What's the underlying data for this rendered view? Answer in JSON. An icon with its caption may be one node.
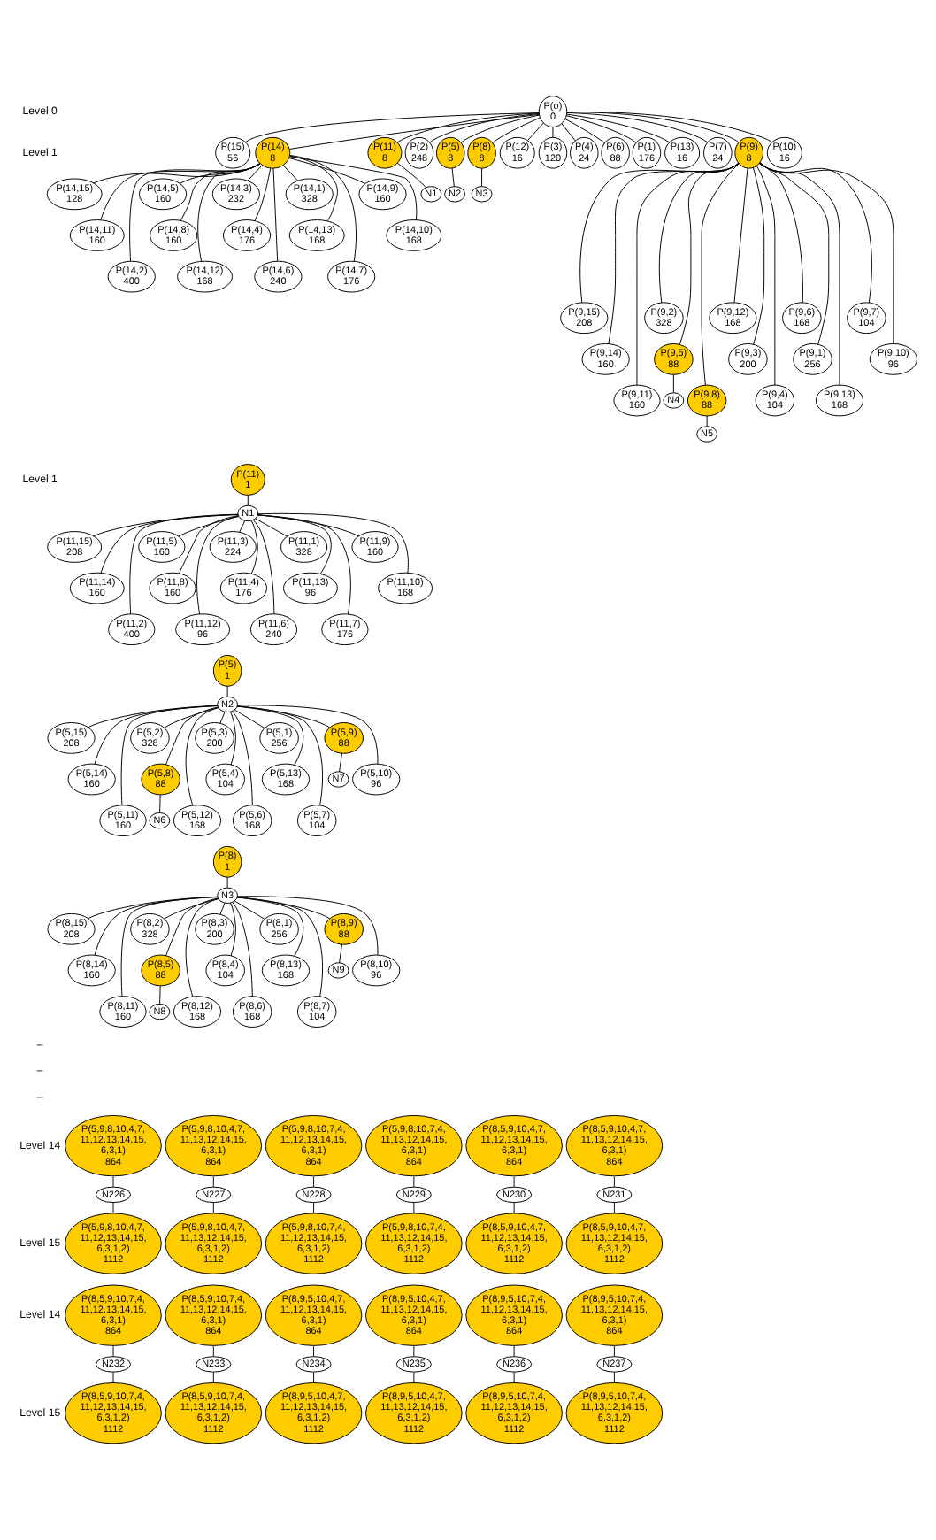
{
  "diagram": {
    "nodes": [
      {
        "text": [
          "P(ϕ)",
          "0"
        ]
      },
      {
        "text": [
          "P(15)",
          "56"
        ]
      },
      {
        "text": [
          "P(14)",
          "8"
        ]
      },
      {
        "text": [
          "P(11)",
          "8"
        ]
      },
      {
        "text": [
          "P(2)",
          "248"
        ]
      },
      {
        "text": [
          "P(5)",
          "8"
        ]
      },
      {
        "text": [
          "P(8)",
          "8"
        ]
      },
      {
        "text": [
          "P(12)",
          "16"
        ]
      },
      {
        "text": [
          "P(3)",
          "120"
        ]
      },
      {
        "text": [
          "P(4)",
          "24"
        ]
      },
      {
        "text": [
          "P(6)",
          "88"
        ]
      },
      {
        "text": [
          "P(1)",
          "176"
        ]
      },
      {
        "text": [
          "P(13)",
          "16"
        ]
      },
      {
        "text": [
          "P(7)",
          "24"
        ]
      },
      {
        "text": [
          "P(9)",
          "8"
        ]
      },
      {
        "text": [
          "P(10)",
          "16"
        ]
      },
      {
        "text": [
          "P(14,15)",
          "128"
        ]
      },
      {
        "text": [
          "P(14,11)",
          "160"
        ]
      },
      {
        "text": [
          "P(14,2)",
          "400"
        ]
      },
      {
        "text": [
          "P(14,5)",
          "160"
        ]
      },
      {
        "text": [
          "P(14,8)",
          "160"
        ]
      },
      {
        "text": [
          "P(14,12)",
          "168"
        ]
      },
      {
        "text": [
          "P(14,3)",
          "232"
        ]
      },
      {
        "text": [
          "P(14,4)",
          "176"
        ]
      },
      {
        "text": [
          "P(14,6)",
          "240"
        ]
      },
      {
        "text": [
          "P(14,1)",
          "328"
        ]
      },
      {
        "text": [
          "P(14,13)",
          "168"
        ]
      },
      {
        "text": [
          "P(14,7)",
          "176"
        ]
      },
      {
        "text": [
          "P(14,9)",
          "160"
        ]
      },
      {
        "text": [
          "P(14,10)",
          "168"
        ]
      },
      {
        "text": [
          "N1"
        ]
      },
      {
        "text": [
          "N2"
        ]
      },
      {
        "text": [
          "N3"
        ]
      },
      {
        "text": [
          "P(9,15)",
          "208"
        ]
      },
      {
        "text": [
          "P(9,14)",
          "160"
        ]
      },
      {
        "text": [
          "P(9,11)",
          "160"
        ]
      },
      {
        "text": [
          "P(9,2)",
          "328"
        ]
      },
      {
        "text": [
          "P(9,5)",
          "88"
        ]
      },
      {
        "text": [
          "P(9,8)",
          "88"
        ]
      },
      {
        "text": [
          "P(9,12)",
          "168"
        ]
      },
      {
        "text": [
          "P(9,3)",
          "200"
        ]
      },
      {
        "text": [
          "P(9,4)",
          "104"
        ]
      },
      {
        "text": [
          "P(9,6)",
          "168"
        ]
      },
      {
        "text": [
          "P(9,1)",
          "256"
        ]
      },
      {
        "text": [
          "P(9,13)",
          "168"
        ]
      },
      {
        "text": [
          "P(9,7)",
          "104"
        ]
      },
      {
        "text": [
          "P(9,10)",
          "96"
        ]
      },
      {
        "text": [
          "N4"
        ]
      },
      {
        "text": [
          "N5"
        ]
      },
      {
        "text": [
          "P(11)",
          "1"
        ]
      },
      {
        "text": [
          "N1"
        ]
      },
      {
        "text": [
          "P(11,15)",
          "208"
        ]
      },
      {
        "text": [
          "P(11,14)",
          "160"
        ]
      },
      {
        "text": [
          "P(11,2)",
          "400"
        ]
      },
      {
        "text": [
          "P(11,5)",
          "160"
        ]
      },
      {
        "text": [
          "P(11,8)",
          "160"
        ]
      },
      {
        "text": [
          "P(11,12)",
          "96"
        ]
      },
      {
        "text": [
          "P(11,3)",
          "224"
        ]
      },
      {
        "text": [
          "P(11,4)",
          "176"
        ]
      },
      {
        "text": [
          "P(11,6)",
          "240"
        ]
      },
      {
        "text": [
          "P(11,1)",
          "328"
        ]
      },
      {
        "text": [
          "P(11,13)",
          "96"
        ]
      },
      {
        "text": [
          "P(11,7)",
          "176"
        ]
      },
      {
        "text": [
          "P(11,9)",
          "160"
        ]
      },
      {
        "text": [
          "P(11,10)",
          "168"
        ]
      },
      {
        "text": [
          "P(5)",
          "1"
        ]
      },
      {
        "text": [
          "N2"
        ]
      },
      {
        "text": [
          "P(5,15)",
          "208"
        ]
      },
      {
        "text": [
          "P(5,14)",
          "160"
        ]
      },
      {
        "text": [
          "P(5,11)",
          "160"
        ]
      },
      {
        "text": [
          "P(5,2)",
          "328"
        ]
      },
      {
        "text": [
          "P(5,8)",
          "88"
        ]
      },
      {
        "text": [
          "P(5,12)",
          "168"
        ]
      },
      {
        "text": [
          "P(5,3)",
          "200"
        ]
      },
      {
        "text": [
          "P(5,4)",
          "104"
        ]
      },
      {
        "text": [
          "P(5,6)",
          "168"
        ]
      },
      {
        "text": [
          "P(5,1)",
          "256"
        ]
      },
      {
        "text": [
          "P(5,13)",
          "168"
        ]
      },
      {
        "text": [
          "P(5,7)",
          "104"
        ]
      },
      {
        "text": [
          "P(5,9)",
          "88"
        ]
      },
      {
        "text": [
          "P(5,10)",
          "96"
        ]
      },
      {
        "text": [
          "N6"
        ]
      },
      {
        "text": [
          "N7"
        ]
      },
      {
        "text": [
          "P(8)",
          "1"
        ]
      },
      {
        "text": [
          "N3"
        ]
      },
      {
        "text": [
          "P(8,15)",
          "208"
        ]
      },
      {
        "text": [
          "P(8,14)",
          "160"
        ]
      },
      {
        "text": [
          "P(8,11)",
          "160"
        ]
      },
      {
        "text": [
          "P(8,2)",
          "328"
        ]
      },
      {
        "text": [
          "P(8,5)",
          "88"
        ]
      },
      {
        "text": [
          "P(8,12)",
          "168"
        ]
      },
      {
        "text": [
          "P(8,3)",
          "200"
        ]
      },
      {
        "text": [
          "P(8,4)",
          "104"
        ]
      },
      {
        "text": [
          "P(8,6)",
          "168"
        ]
      },
      {
        "text": [
          "P(8,1)",
          "256"
        ]
      },
      {
        "text": [
          "P(8,13)",
          "168"
        ]
      },
      {
        "text": [
          "P(8,7)",
          "104"
        ]
      },
      {
        "text": [
          "P(8,9)",
          "88"
        ]
      },
      {
        "text": [
          "P(8,10)",
          "96"
        ]
      },
      {
        "text": [
          "N8"
        ]
      },
      {
        "text": [
          "N9"
        ]
      },
      {
        "text": [
          "P(5,9,8,10,4,7,11,12,13,14,15,6,3,1)",
          "864"
        ]
      },
      {
        "text": [
          "N226"
        ]
      },
      {
        "text": [
          "P(5,9,8,10,4,7,11,12,13,14,15,6,3,1,2)",
          "1112"
        ]
      },
      {
        "text": [
          "P(5,9,8,10,4,7,11,13,12,14,15,6,3,1)",
          "864"
        ]
      },
      {
        "text": [
          "N227"
        ]
      },
      {
        "text": [
          "P(5,9,8,10,4,7,11,13,12,14,15,6,3,1,2)",
          "1112"
        ]
      },
      {
        "text": [
          "P(5,9,8,10,7,4,11,12,13,14,15,6,3,1)",
          "864"
        ]
      },
      {
        "text": [
          "N228"
        ]
      },
      {
        "text": [
          "P(5,9,8,10,7,4,11,12,13,14,15,6,3,1,2)",
          "1112"
        ]
      },
      {
        "text": [
          "P(5,9,8,10,7,4,11,13,12,14,15,6,3,1)",
          "864"
        ]
      },
      {
        "text": [
          "N229"
        ]
      },
      {
        "text": [
          "P(5,9,8,10,7,4,11,13,12,14,15,6,3,1,2)",
          "1112"
        ]
      },
      {
        "text": [
          "P(8,5,9,10,4,7,11,12,13,14,15,6,3,1)",
          "864"
        ]
      },
      {
        "text": [
          "N230"
        ]
      },
      {
        "text": [
          "P(8,5,9,10,4,7,11,12,13,14,15,6,3,1,2)",
          "1112"
        ]
      },
      {
        "text": [
          "P(8,5,9,10,4,7,11,13,12,14,15,6,3,1)",
          "864"
        ]
      },
      {
        "text": [
          "N231"
        ]
      },
      {
        "text": [
          "P(8,5,9,10,4,7,11,13,12,14,15,6,3,1,2)",
          "1112"
        ]
      },
      {
        "text": [
          "P(8,5,9,10,7,4,11,12,13,14,15,6,3,1)",
          "864"
        ]
      },
      {
        "text": [
          "N232"
        ]
      },
      {
        "text": [
          "P(8,5,9,10,7,4,11,12,13,14,15,6,3,1,2)",
          "1112"
        ]
      },
      {
        "text": [
          "P(8,5,9,10,7,4,11,13,12,14,15,6,3,1)",
          "864"
        ]
      },
      {
        "text": [
          "N233"
        ]
      },
      {
        "text": [
          "P(8,5,9,10,7,4,11,13,12,14,15,6,3,1,2)",
          "1112"
        ]
      },
      {
        "text": [
          "P(8,9,5,10,4,7,11,12,13,14,15,6,3,1)",
          "864"
        ]
      },
      {
        "text": [
          "N234"
        ]
      },
      {
        "text": [
          "P(8,9,5,10,4,7,11,12,13,14,15,6,3,1,2)",
          "1112"
        ]
      },
      {
        "text": [
          "P(8,9,5,10,4,7,11,13,12,14,15,6,3,1)",
          "864"
        ]
      },
      {
        "text": [
          "N235"
        ]
      },
      {
        "text": [
          "P(8,9,5,10,4,7,11,13,12,14,15,6,3,1,2)",
          "1112"
        ]
      },
      {
        "text": [
          "P(8,9,5,10,7,4,11,12,13,14,15,6,3,1)",
          "864"
        ]
      },
      {
        "text": [
          "N236"
        ]
      },
      {
        "text": [
          "P(8,9,5,10,7,4,11,12,13,14,15,6,3,1,2)",
          "1112"
        ]
      },
      {
        "text": [
          "P(8,9,5,10,7,4,11,13,12,14,15,6,3,1)",
          "864"
        ]
      },
      {
        "text": [
          "N237"
        ]
      },
      {
        "text": [
          "P(8,9,5,10,7,4,11,13,12,14,15,6,3,1,2)",
          "1112"
        ]
      }
    ],
    "edges": [
      {
        "from": 0,
        "to": 1,
        "arrow": "none"
      },
      {
        "from": 0,
        "to": 2,
        "arrow": "none"
      },
      {
        "from": 0,
        "to": 3,
        "arrow": "none"
      },
      {
        "from": 0,
        "to": 4,
        "arrow": "none"
      },
      {
        "from": 0,
        "to": 5,
        "arrow": "none"
      },
      {
        "from": 0,
        "to": 6,
        "arrow": "none"
      },
      {
        "from": 0,
        "to": 7,
        "arrow": "none"
      },
      {
        "from": 0,
        "to": 8,
        "arrow": "none"
      },
      {
        "from": 0,
        "to": 9,
        "arrow": "none"
      },
      {
        "from": 0,
        "to": 10,
        "arrow": "none"
      },
      {
        "from": 0,
        "to": 11,
        "arrow": "none"
      },
      {
        "from": 0,
        "to": 12,
        "arrow": "none"
      },
      {
        "from": 0,
        "to": 13,
        "arrow": "none"
      },
      {
        "from": 0,
        "to": 14,
        "arrow": "none"
      },
      {
        "from": 0,
        "to": 15,
        "arrow": "none"
      },
      {
        "from": 2,
        "to": 16,
        "arrow": "none"
      },
      {
        "from": 2,
        "to": 17,
        "arrow": "none"
      },
      {
        "from": 2,
        "to": 18,
        "arrow": "none"
      },
      {
        "from": 2,
        "to": 19,
        "arrow": "none"
      },
      {
        "from": 2,
        "to": 20,
        "arrow": "none"
      },
      {
        "from": 2,
        "to": 21,
        "arrow": "none"
      },
      {
        "from": 2,
        "to": 22,
        "arrow": "none"
      },
      {
        "from": 2,
        "to": 23,
        "arrow": "none"
      },
      {
        "from": 2,
        "to": 24,
        "arrow": "none"
      },
      {
        "from": 2,
        "to": 25,
        "arrow": "none"
      },
      {
        "from": 2,
        "to": 26,
        "arrow": "none"
      },
      {
        "from": 2,
        "to": 27,
        "arrow": "none"
      },
      {
        "from": 2,
        "to": 28,
        "arrow": "none"
      },
      {
        "from": 2,
        "to": 29,
        "arrow": "none"
      },
      {
        "from": 3,
        "to": 30,
        "arrow": "none"
      },
      {
        "from": 5,
        "to": 31,
        "arrow": "none"
      },
      {
        "from": 6,
        "to": 32,
        "arrow": "none"
      },
      {
        "from": 14,
        "to": 33,
        "arrow": "none"
      },
      {
        "from": 14,
        "to": 34,
        "arrow": "none"
      },
      {
        "from": 14,
        "to": 35,
        "arrow": "none"
      },
      {
        "from": 14,
        "to": 36,
        "arrow": "none"
      },
      {
        "from": 14,
        "to": 37,
        "arrow": "none"
      },
      {
        "from": 14,
        "to": 38,
        "arrow": "none"
      },
      {
        "from": 14,
        "to": 39,
        "arrow": "none"
      },
      {
        "from": 14,
        "to": 40,
        "arrow": "none"
      },
      {
        "from": 14,
        "to": 41,
        "arrow": "none"
      },
      {
        "from": 14,
        "to": 42,
        "arrow": "none"
      },
      {
        "from": 14,
        "to": 43,
        "arrow": "none"
      },
      {
        "from": 14,
        "to": 44,
        "arrow": "none"
      },
      {
        "from": 14,
        "to": 45,
        "arrow": "none"
      },
      {
        "from": 14,
        "to": 46,
        "arrow": "none"
      },
      {
        "from": 37,
        "to": 47,
        "arrow": "none"
      },
      {
        "from": 38,
        "to": 48,
        "arrow": "none"
      },
      {
        "from": 49,
        "to": 50,
        "arrow": "none"
      },
      {
        "from": 50,
        "to": 51,
        "arrow": "none"
      },
      {
        "from": 50,
        "to": 52,
        "arrow": "none"
      },
      {
        "from": 50,
        "to": 53,
        "arrow": "none"
      },
      {
        "from": 50,
        "to": 54,
        "arrow": "none"
      },
      {
        "from": 50,
        "to": 55,
        "arrow": "none"
      },
      {
        "from": 50,
        "to": 56,
        "arrow": "none"
      },
      {
        "from": 50,
        "to": 57,
        "arrow": "none"
      },
      {
        "from": 50,
        "to": 58,
        "arrow": "none"
      },
      {
        "from": 50,
        "to": 59,
        "arrow": "none"
      },
      {
        "from": 50,
        "to": 60,
        "arrow": "none"
      },
      {
        "from": 50,
        "to": 61,
        "arrow": "none"
      },
      {
        "from": 50,
        "to": 62,
        "arrow": "none"
      },
      {
        "from": 50,
        "to": 63,
        "arrow": "none"
      },
      {
        "from": 50,
        "to": 64,
        "arrow": "none"
      },
      {
        "from": 65,
        "to": 66,
        "arrow": "none"
      },
      {
        "from": 66,
        "to": 67,
        "arrow": "none"
      },
      {
        "from": 66,
        "to": 68,
        "arrow": "none"
      },
      {
        "from": 66,
        "to": 69,
        "arrow": "none"
      },
      {
        "from": 66,
        "to": 70,
        "arrow": "none"
      },
      {
        "from": 66,
        "to": 71,
        "arrow": "none"
      },
      {
        "from": 66,
        "to": 72,
        "arrow": "none"
      },
      {
        "from": 66,
        "to": 73,
        "arrow": "none"
      },
      {
        "from": 66,
        "to": 74,
        "arrow": "none"
      },
      {
        "from": 66,
        "to": 75,
        "arrow": "none"
      },
      {
        "from": 66,
        "to": 76,
        "arrow": "none"
      },
      {
        "from": 66,
        "to": 77,
        "arrow": "none"
      },
      {
        "from": 66,
        "to": 78,
        "arrow": "none"
      },
      {
        "from": 66,
        "to": 79,
        "arrow": "none"
      },
      {
        "from": 66,
        "to": 80,
        "arrow": "none"
      },
      {
        "from": 71,
        "to": 81,
        "arrow": "none"
      },
      {
        "from": 79,
        "to": 82,
        "arrow": "none"
      },
      {
        "from": 83,
        "to": 84,
        "arrow": "none"
      },
      {
        "from": 84,
        "to": 85,
        "arrow": "none"
      },
      {
        "from": 84,
        "to": 86,
        "arrow": "none"
      },
      {
        "from": 84,
        "to": 87,
        "arrow": "none"
      },
      {
        "from": 84,
        "to": 88,
        "arrow": "none"
      },
      {
        "from": 84,
        "to": 89,
        "arrow": "none"
      },
      {
        "from": 84,
        "to": 90,
        "arrow": "none"
      },
      {
        "from": 84,
        "to": 91,
        "arrow": "none"
      },
      {
        "from": 84,
        "to": 92,
        "arrow": "none"
      },
      {
        "from": 84,
        "to": 93,
        "arrow": "none"
      },
      {
        "from": 84,
        "to": 94,
        "arrow": "none"
      },
      {
        "from": 84,
        "to": 95,
        "arrow": "none"
      },
      {
        "from": 84,
        "to": 96,
        "arrow": "none"
      },
      {
        "from": 84,
        "to": 97,
        "arrow": "none"
      },
      {
        "from": 84,
        "to": 98,
        "arrow": "none"
      },
      {
        "from": 89,
        "to": 99,
        "arrow": "none"
      },
      {
        "from": 97,
        "to": 100,
        "arrow": "none"
      },
      {
        "from": 101,
        "to": 102,
        "arrow": "none"
      },
      {
        "from": 102,
        "to": 103,
        "arrow": "none"
      },
      {
        "from": 104,
        "to": 105,
        "arrow": "none"
      },
      {
        "from": 105,
        "to": 106,
        "arrow": "none"
      },
      {
        "from": 107,
        "to": 108,
        "arrow": "none"
      },
      {
        "from": 108,
        "to": 109,
        "arrow": "none"
      },
      {
        "from": 110,
        "to": 111,
        "arrow": "none"
      },
      {
        "from": 111,
        "to": 112,
        "arrow": "none"
      },
      {
        "from": 113,
        "to": 114,
        "arrow": "none"
      },
      {
        "from": 114,
        "to": 115,
        "arrow": "none"
      },
      {
        "from": 116,
        "to": 117,
        "arrow": "none"
      },
      {
        "from": 117,
        "to": 118,
        "arrow": "none"
      },
      {
        "from": 119,
        "to": 120,
        "arrow": "none"
      },
      {
        "from": 120,
        "to": 121,
        "arrow": "none"
      },
      {
        "from": 122,
        "to": 123,
        "arrow": "none"
      },
      {
        "from": 123,
        "to": 124,
        "arrow": "none"
      },
      {
        "from": 125,
        "to": 126,
        "arrow": "none"
      },
      {
        "from": 126,
        "to": 127,
        "arrow": "none"
      },
      {
        "from": 128,
        "to": 129,
        "arrow": "none"
      },
      {
        "from": 129,
        "to": 130,
        "arrow": "none"
      },
      {
        "from": 131,
        "to": 132,
        "arrow": "none"
      },
      {
        "from": 132,
        "to": 133,
        "arrow": "none"
      },
      {
        "from": 134,
        "to": 135,
        "arrow": "none"
      },
      {
        "from": 135,
        "to": 136,
        "arrow": "none"
      }
    ],
    "labels": [
      "Level 0",
      "Level 1",
      "Level 1",
      "–",
      "–",
      "–",
      "Level 14",
      "Level 15",
      "Level 14",
      "Level 15"
    ]
  }
}
